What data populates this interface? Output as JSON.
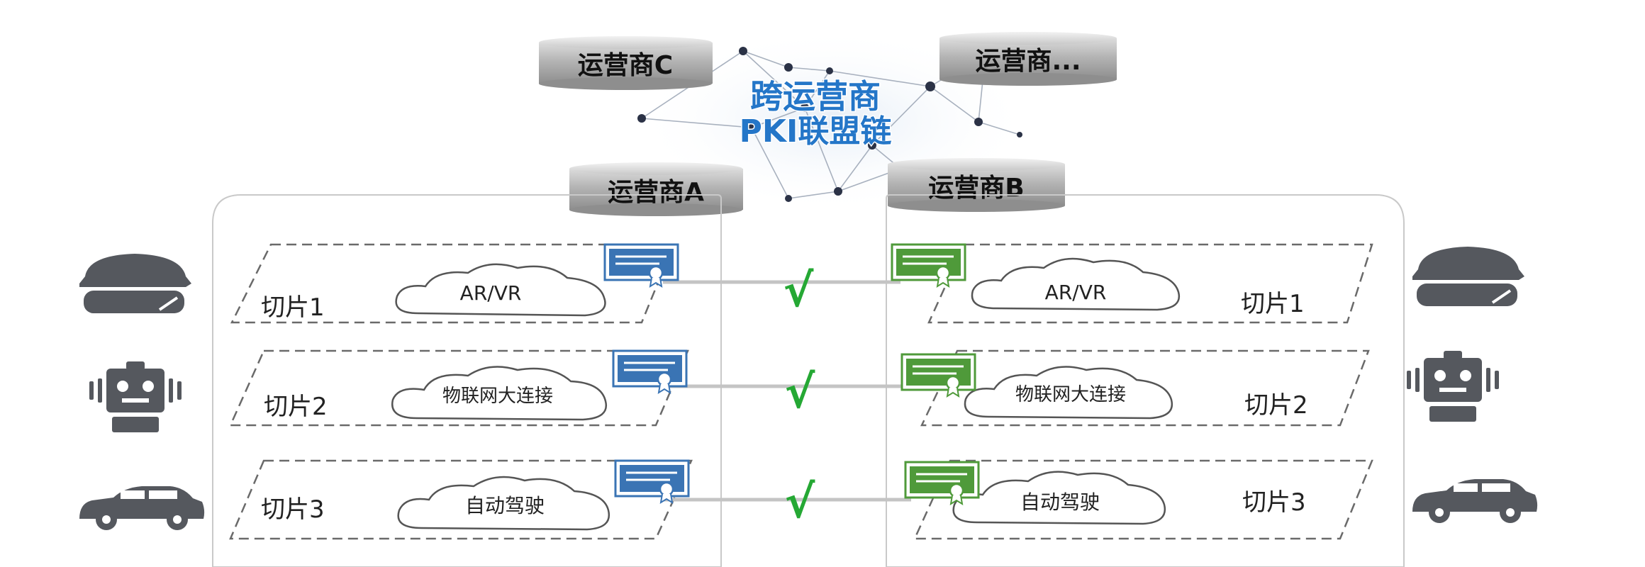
{
  "colors": {
    "cert_a": "#3a74b4",
    "cert_b": "#4f9a3a",
    "check": "#25a834",
    "blockchain_title": "#2476c8",
    "icon": "#55585e",
    "panel_border": "#c9c9c9",
    "slice_border": "#6a6a6a",
    "operator_cylinder": "#9a9a9a"
  },
  "blockchain": {
    "line1": "跨运营商",
    "line2": "PKI联盟链"
  },
  "operators": {
    "c": "运营商C",
    "more": "运营商...",
    "a": "运营商A",
    "b": "运营商B"
  },
  "left_devices": [
    {
      "icon": "vr-headset-icon"
    },
    {
      "icon": "robot-icon"
    },
    {
      "icon": "car-icon"
    }
  ],
  "right_devices": [
    {
      "icon": "vr-headset-icon"
    },
    {
      "icon": "robot-icon"
    },
    {
      "icon": "car-icon"
    }
  ],
  "left_slices": [
    {
      "label": "切片1",
      "service": "AR/VR"
    },
    {
      "label": "切片2",
      "service": "物联网大连接"
    },
    {
      "label": "切片3",
      "service": "自动驾驶"
    }
  ],
  "right_slices": [
    {
      "label": "切片1",
      "service": "AR/VR"
    },
    {
      "label": "切片2",
      "service": "物联网大连接"
    },
    {
      "label": "切片3",
      "service": "自动驾驶"
    }
  ],
  "connections": [
    {
      "check": "√"
    },
    {
      "check": "√"
    },
    {
      "check": "√"
    }
  ]
}
